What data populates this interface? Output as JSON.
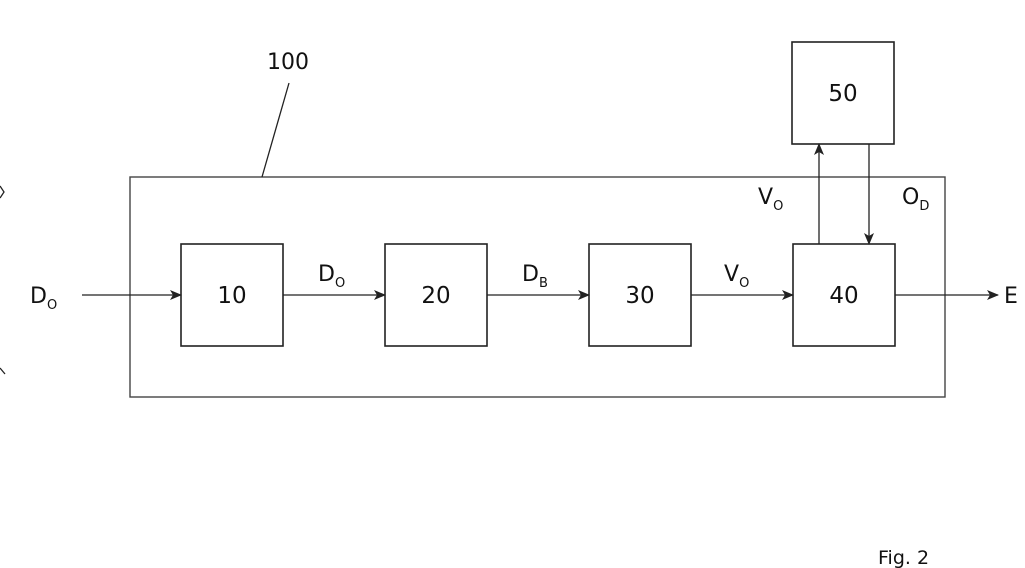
{
  "reference_label": "100",
  "blocks": {
    "b10": "10",
    "b20": "20",
    "b30": "30",
    "b40": "40",
    "b50": "50"
  },
  "signals": {
    "input": {
      "main": "D",
      "sub": "O"
    },
    "s10_20": {
      "main": "D",
      "sub": "O"
    },
    "s20_30": {
      "main": "D",
      "sub": "B"
    },
    "s30_40": {
      "main": "V",
      "sub": "O"
    },
    "s40_50": {
      "main": "V",
      "sub": "O"
    },
    "s50_40": {
      "main": "O",
      "sub": "D"
    },
    "output": {
      "main": "E"
    }
  },
  "figure_caption": "Fig. 2"
}
